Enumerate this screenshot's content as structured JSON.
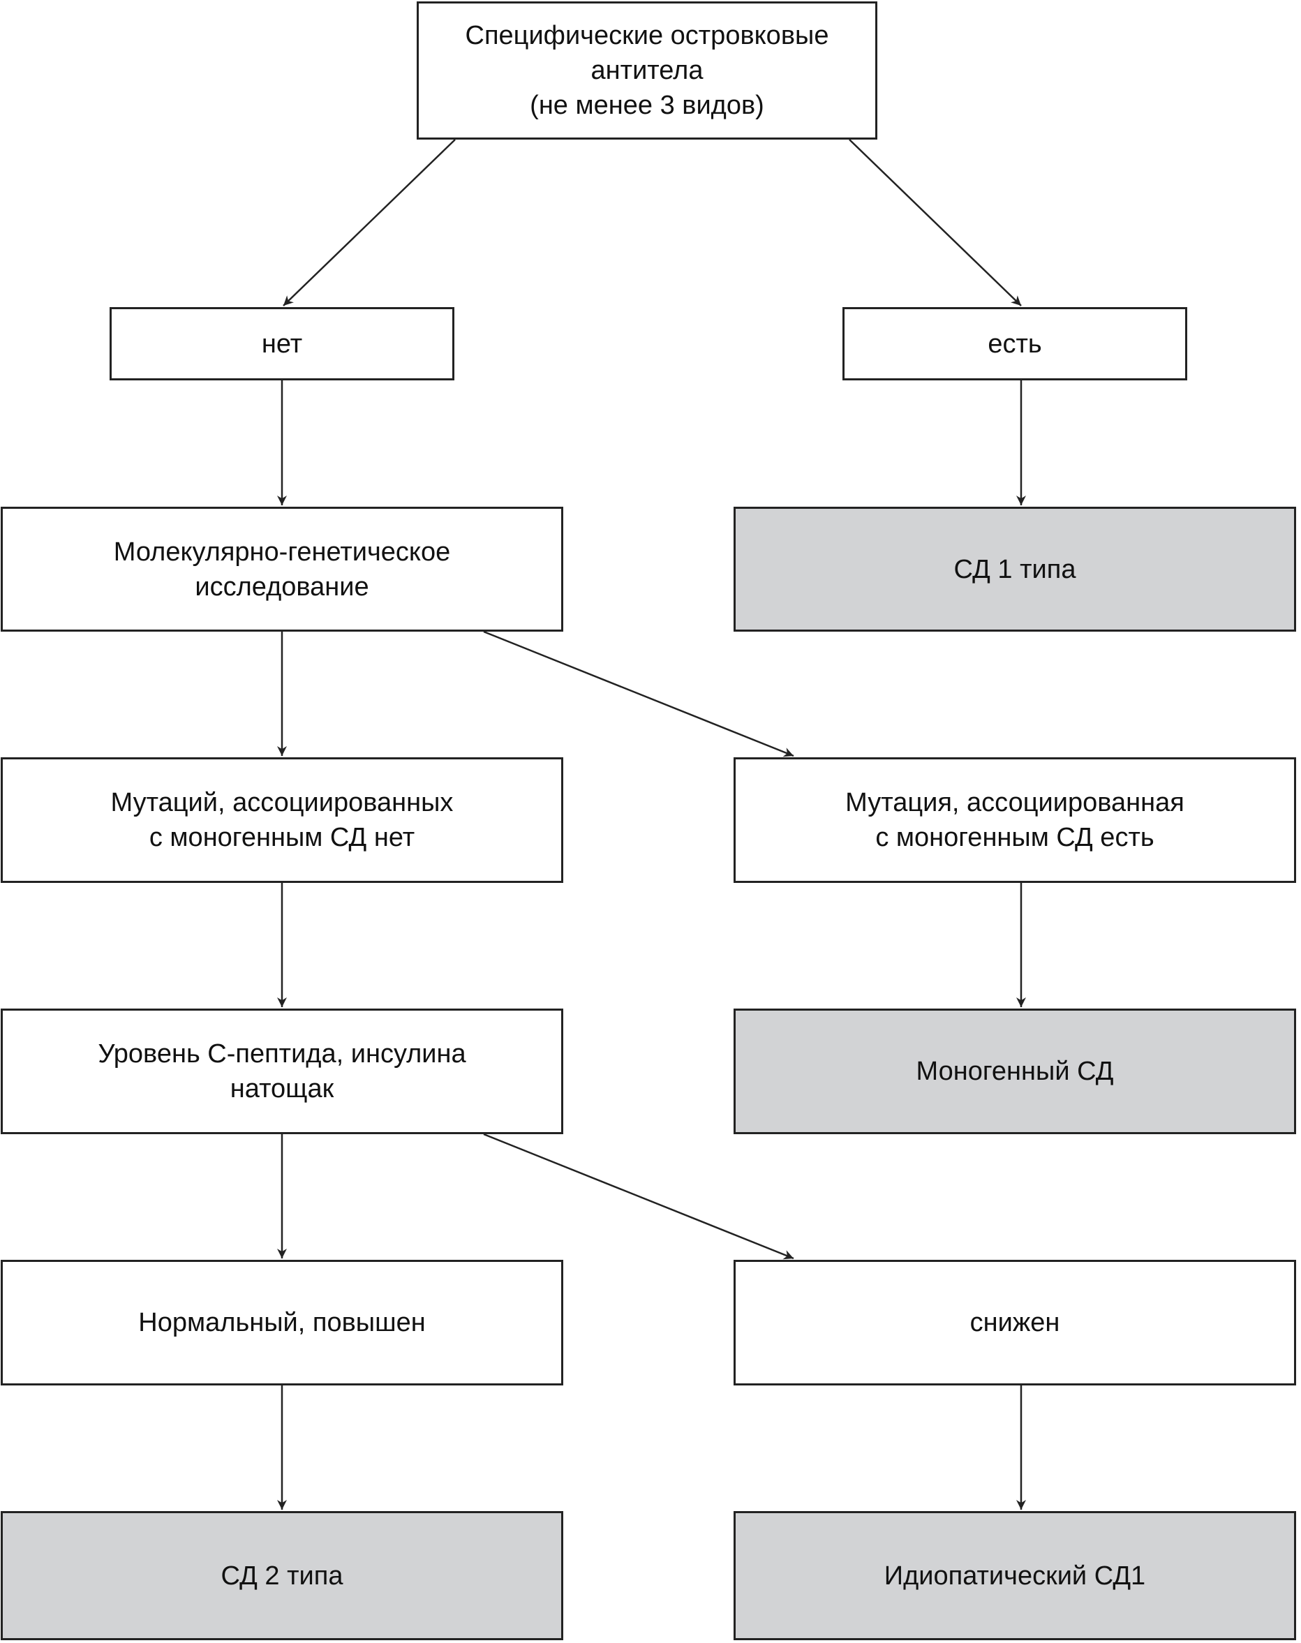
{
  "colors": {
    "line": "#222222",
    "result_fill": "#d2d3d5",
    "box_fill": "#ffffff"
  },
  "nodes": {
    "root": "Специфические островковые\nантитела\n(не менее 3 видов)",
    "no": "нет",
    "yes": "есть",
    "molecular": "Молекулярно-генетическое\nисследование",
    "t1d": "СД 1 типа",
    "no_mutation": "Мутаций, ассоциированных\nс моногенным СД нет",
    "mutation": "Мутация, ассоциированная\nс моногенным СД есть",
    "cpeptide": "Уровень С-пептида, инсулина\nнатощак",
    "monogenic": "Моногенный СД",
    "normal_high": "Нормальный, повышен",
    "low": "снижен",
    "t2d": "СД 2 типа",
    "idiopathic": "Идиопатический СД1"
  }
}
